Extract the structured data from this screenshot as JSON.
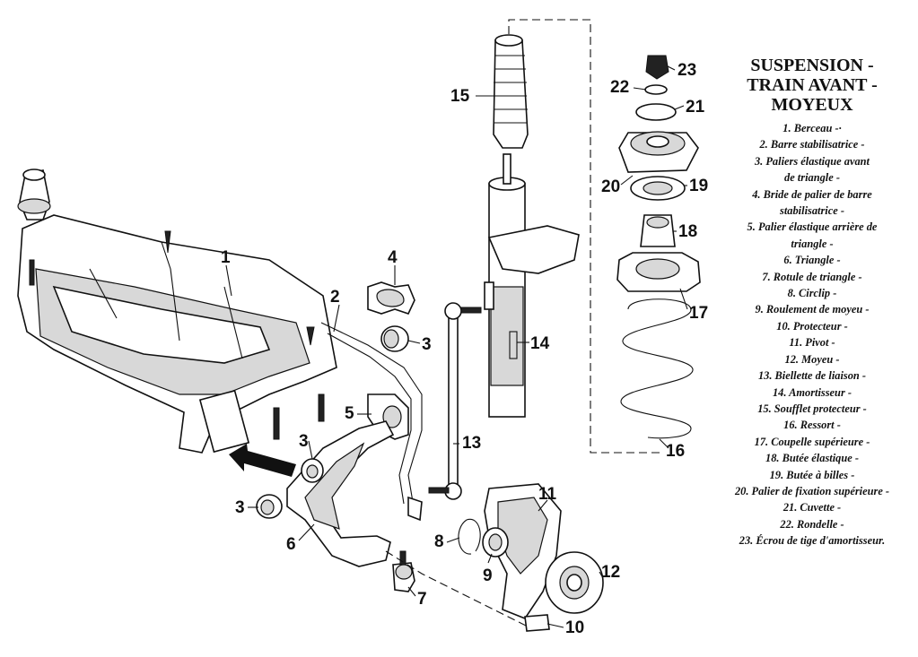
{
  "title": [
    "SUSPENSION -",
    "TRAIN AVANT -",
    "MOYEUX"
  ],
  "legend": [
    "1. Berceau -·",
    "2. Barre stabilisatrice -",
    "3. Paliers élastique avant",
    "de triangle -",
    "4. Bride de palier de barre",
    "stabilisatrice -",
    "5. Palier élastique arrière de",
    "triangle -",
    "6. Triangle -",
    "7. Rotule de triangle -",
    "8. Circlip -",
    "9. Roulement de moyeu -",
    "10. Protecteur -",
    "11. Pivot -",
    "12. Moyeu -",
    "13. Biellette de liaison -",
    "14. Amortisseur -",
    "15. Soufflet protecteur -",
    "16. Ressort -",
    "17. Coupelle supérieure -",
    "18. Butée élastique -",
    "19. Butée à billes -",
    "20. Palier de fixation supérieure -",
    "21. Cuvette -",
    "22. Rondelle -",
    "23. Écrou de tige d'amortisseur."
  ],
  "callouts": {
    "n1": "1",
    "n2": "2",
    "n3a": "3",
    "n3b": "3",
    "n3c": "3",
    "n4": "4",
    "n5": "5",
    "n6": "6",
    "n7": "7",
    "n8": "8",
    "n9": "9",
    "n10": "10",
    "n11": "11",
    "n12": "12",
    "n13": "13",
    "n14": "14",
    "n15": "15",
    "n16": "16",
    "n17": "17",
    "n18": "18",
    "n19": "19",
    "n20": "20",
    "n21": "21",
    "n22": "22",
    "n23": "23"
  }
}
